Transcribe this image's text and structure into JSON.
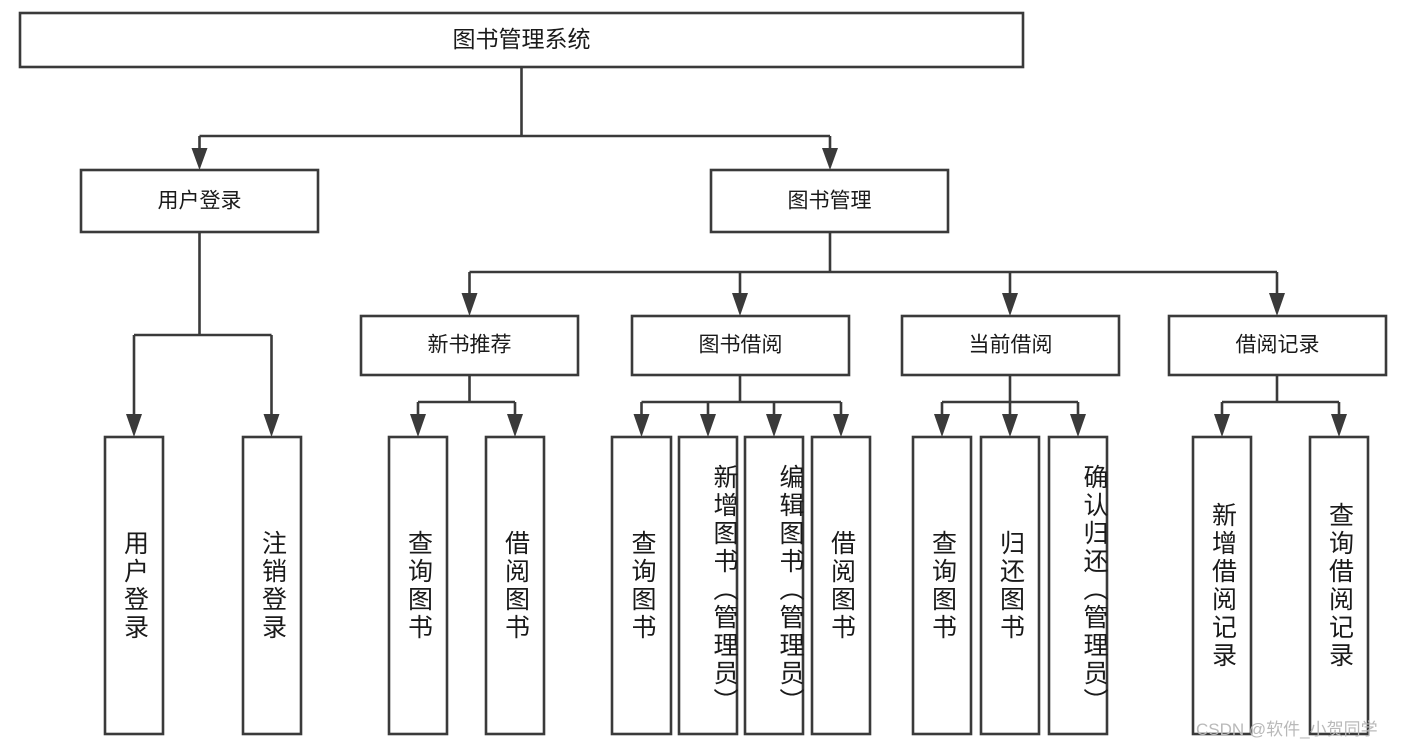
{
  "diagram": {
    "type": "hierarchy-tree",
    "title": "图书管理系统",
    "root": {
      "id": "root",
      "label": "图书管理系统",
      "level": 1
    },
    "level2": [
      {
        "id": "user-login",
        "label": "用户登录"
      },
      {
        "id": "book-manage",
        "label": "图书管理"
      }
    ],
    "level3": [
      {
        "id": "new-book-recommend",
        "label": "新书推荐",
        "parent": "book-manage"
      },
      {
        "id": "book-borrow",
        "label": "图书借阅",
        "parent": "book-manage"
      },
      {
        "id": "current-borrow",
        "label": "当前借阅",
        "parent": "book-manage"
      },
      {
        "id": "borrow-record",
        "label": "借阅记录",
        "parent": "book-manage"
      }
    ],
    "leaves": [
      {
        "id": "leaf-user-login",
        "label": "用户登录",
        "parent": "user-login"
      },
      {
        "id": "leaf-logout",
        "label": "注销登录",
        "parent": "user-login"
      },
      {
        "id": "leaf-query-book-1",
        "label": "查询图书",
        "parent": "new-book-recommend"
      },
      {
        "id": "leaf-borrow-book-1",
        "label": "借阅图书",
        "parent": "new-book-recommend"
      },
      {
        "id": "leaf-query-book-2",
        "label": "查询图书",
        "parent": "book-borrow"
      },
      {
        "id": "leaf-add-book",
        "label": "新增图书（管理员）",
        "parent": "book-borrow"
      },
      {
        "id": "leaf-edit-book",
        "label": "编辑图书（管理员）",
        "parent": "book-borrow"
      },
      {
        "id": "leaf-borrow-book-2",
        "label": "借阅图书",
        "parent": "book-borrow"
      },
      {
        "id": "leaf-query-book-3",
        "label": "查询图书",
        "parent": "current-borrow"
      },
      {
        "id": "leaf-return-book",
        "label": "归还图书",
        "parent": "current-borrow"
      },
      {
        "id": "leaf-confirm-return",
        "label": "确认归还（管理员）",
        "parent": "current-borrow"
      },
      {
        "id": "leaf-add-record",
        "label": "新增借阅记录",
        "parent": "borrow-record"
      },
      {
        "id": "leaf-query-record",
        "label": "查询借阅记录",
        "parent": "borrow-record"
      }
    ],
    "colors": {
      "stroke": "#3a3a3a",
      "box_fill": "#ffffff",
      "text": "#1a1a1a",
      "background": "#ffffff",
      "watermark": "#b9b9b9"
    }
  },
  "watermark": {
    "text": "CSDN @软件_小贺同学"
  }
}
